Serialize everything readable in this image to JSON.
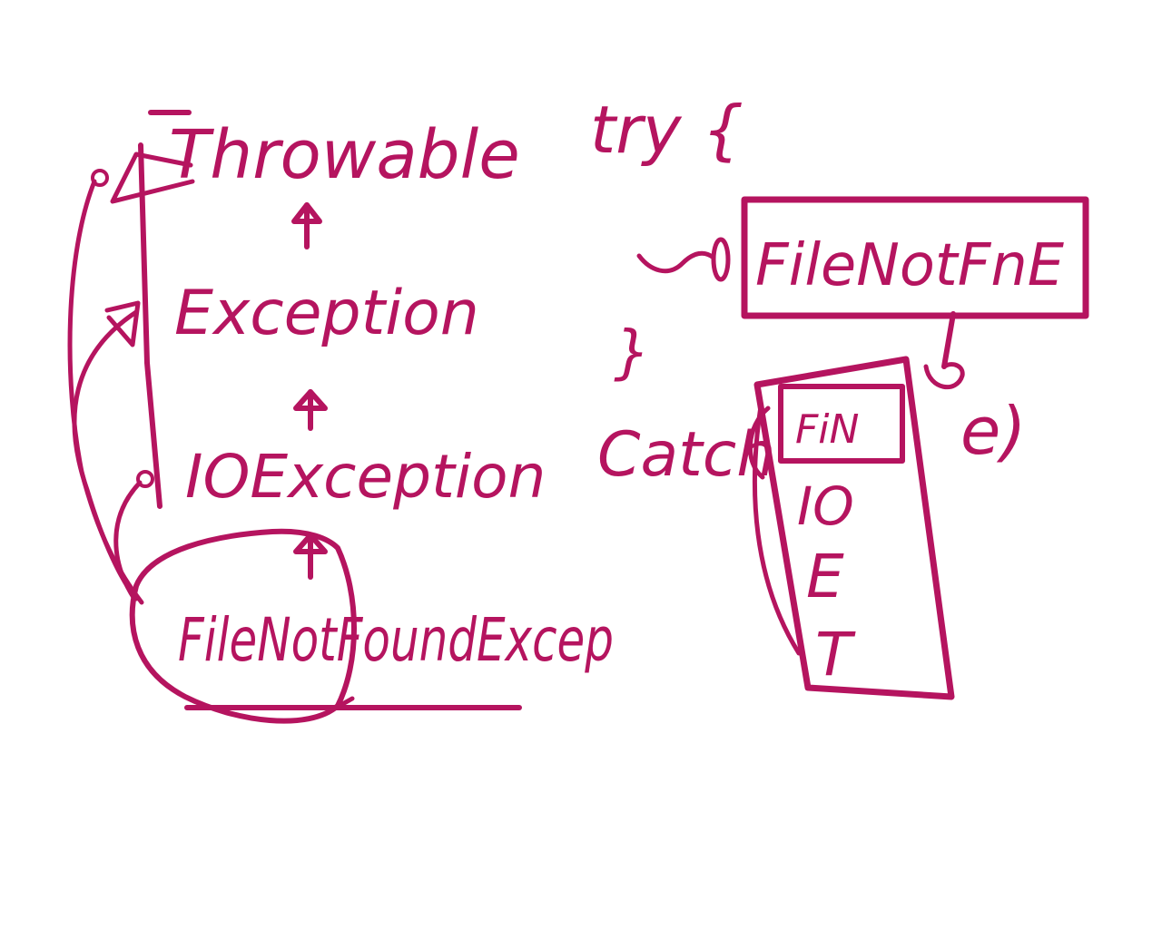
{
  "ink_color": "#b5145f",
  "hierarchy": {
    "throwable": "Throwable",
    "exception": "Exception",
    "io_exception": "IOException",
    "file_not_found": "FileNotFoundExcep"
  },
  "code": {
    "try_open": "try {",
    "try_close": "}",
    "catch_word": "Catch",
    "catch_tail": "e)",
    "exception_box_label": "FileNotFnE",
    "stack_items": [
      "FiN",
      "IO",
      "E",
      "T"
    ]
  }
}
